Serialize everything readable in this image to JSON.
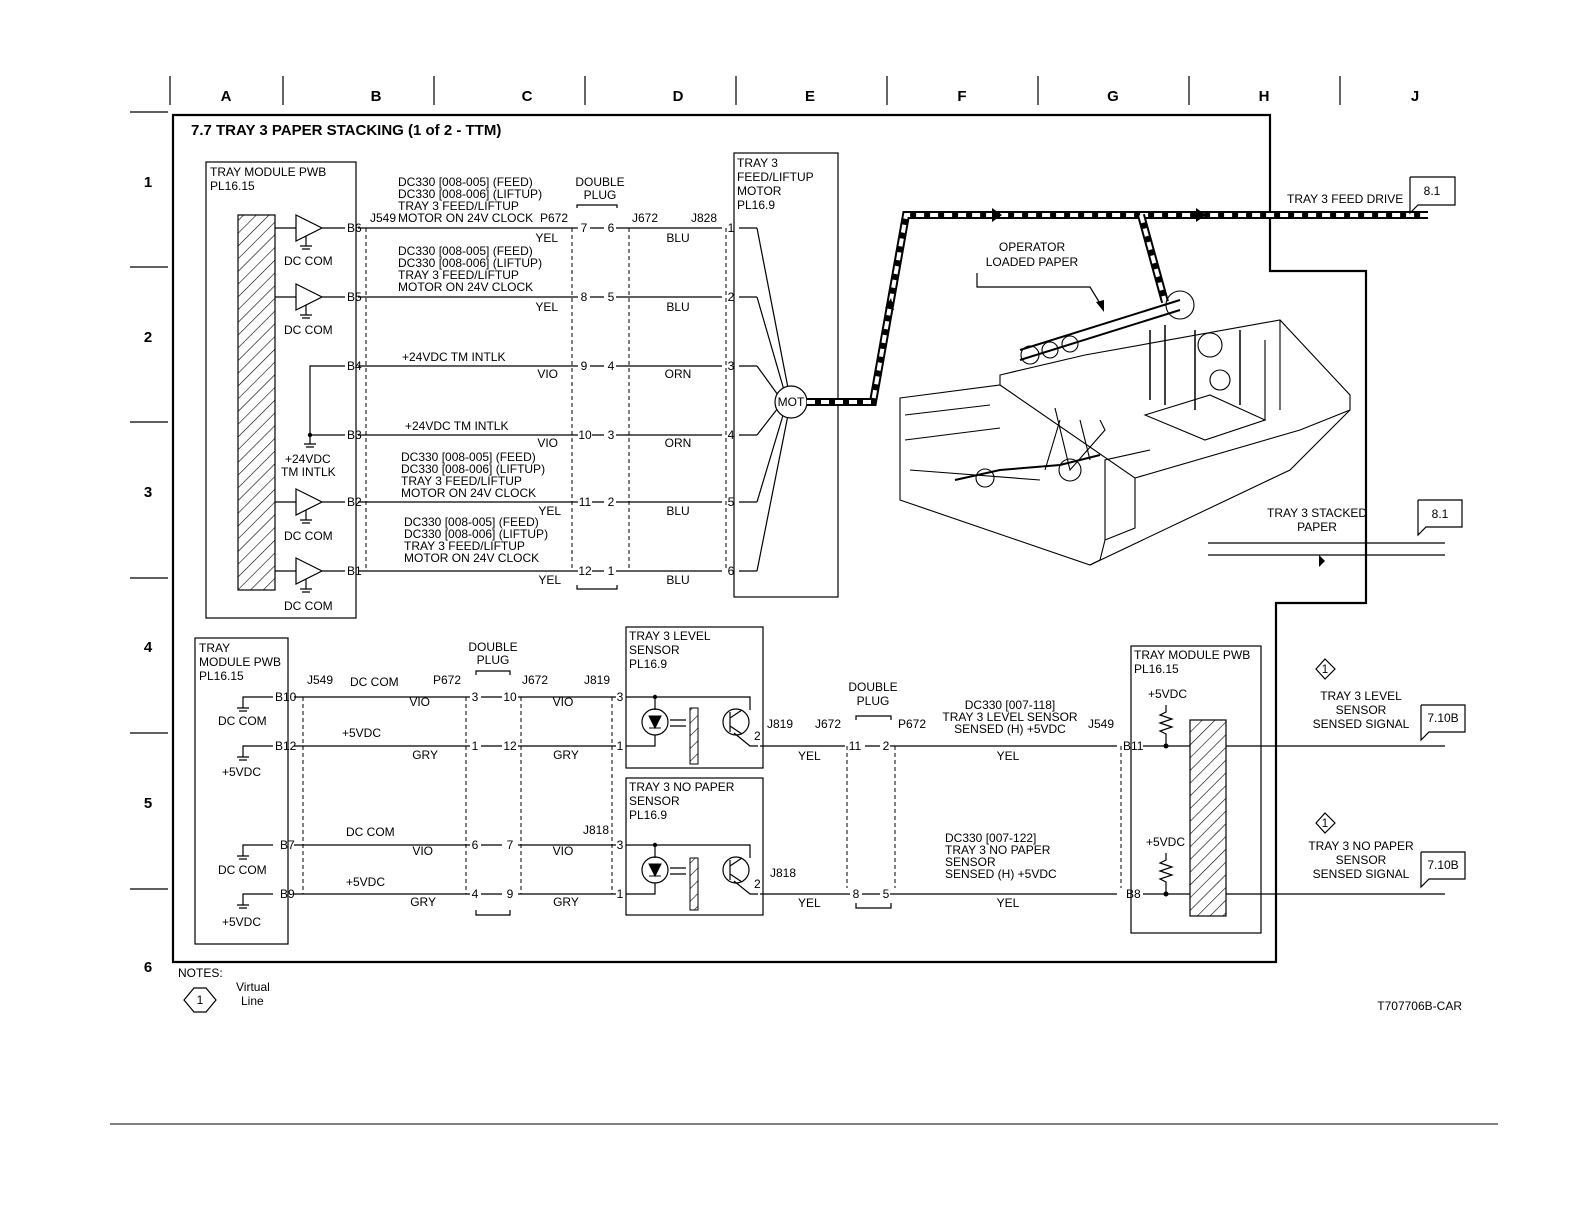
{
  "columns": [
    "A",
    "B",
    "C",
    "D",
    "E",
    "F",
    "G",
    "H",
    "J"
  ],
  "rows": [
    "1",
    "2",
    "3",
    "4",
    "5",
    "6"
  ],
  "title": "7.7 TRAY 3 PAPER STACKING (1 of 2 - TTM)",
  "upper_pwb": {
    "name": "TRAY MODULE PWB",
    "pl": "PL16.15"
  },
  "lower_pwb": {
    "line1": "TRAY",
    "line2": "MODULE PWB",
    "pl": "PL16.15"
  },
  "right_pwb": {
    "name": "TRAY MODULE PWB",
    "pl": "PL16.15"
  },
  "motor": {
    "line1": "TRAY 3",
    "line2": "FEED/LIFTUP",
    "line3": "MOTOR",
    "pl": "PL16.9",
    "symbol": "MOT"
  },
  "double_plug": {
    "line1": "DOUBLE",
    "line2": "PLUG"
  },
  "connectors": {
    "j549": "J549",
    "p672": "P672",
    "j672": "J672",
    "j828": "J828",
    "j819": "J819",
    "j818": "J818",
    "j549b": "J549"
  },
  "dc_com": "DC COM",
  "plus5": "+5VDC",
  "intlk": {
    "line1": "+24VDC",
    "line2": "TM INTLK",
    "signal": "+24VDC TM INTLK"
  },
  "feed_sig": {
    "l1": "DC330 [008-005]  (FEED)",
    "l2": "DC330 [008-006]  (LIFTUP)",
    "l3": "TRAY 3 FEED/LIFTUP",
    "l4": "MOTOR ON 24V CLOCK"
  },
  "upper_wires": [
    {
      "pin": "B6",
      "p1": "7",
      "p2": "6",
      "m": "1",
      "c1": "YEL",
      "c2": "BLU"
    },
    {
      "pin": "B5",
      "p1": "8",
      "p2": "5",
      "m": "2",
      "c1": "YEL",
      "c2": "BLU"
    },
    {
      "pin": "B4",
      "p1": "9",
      "p2": "4",
      "m": "3",
      "c1": "VIO",
      "c2": "ORN"
    },
    {
      "pin": "B3",
      "p1": "10",
      "p2": "3",
      "m": "4",
      "c1": "VIO",
      "c2": "ORN"
    },
    {
      "pin": "B2",
      "p1": "11",
      "p2": "2",
      "m": "5",
      "c1": "YEL",
      "c2": "BLU"
    },
    {
      "pin": "B1",
      "p1": "12",
      "p2": "1",
      "m": "6",
      "c1": "YEL",
      "c2": "BLU"
    }
  ],
  "lower_wires": [
    {
      "pin": "B10",
      "p1": "3",
      "p2": "10",
      "s": "3",
      "c1": "VIO",
      "c2": "VIO"
    },
    {
      "pin": "B12",
      "p1": "1",
      "p2": "12",
      "s": "1",
      "c1": "GRY",
      "c2": "GRY"
    },
    {
      "pin": "B7",
      "p1": "6",
      "p2": "7",
      "s": "3",
      "c1": "VIO",
      "c2": "VIO"
    },
    {
      "pin": "B9",
      "p1": "4",
      "p2": "9",
      "s": "1",
      "c1": "GRY",
      "c2": "GRY"
    }
  ],
  "level_sensor": {
    "l1": "TRAY 3 LEVEL",
    "l2": "SENSOR",
    "pl": "PL16.9",
    "out": "2"
  },
  "nopaper_sensor": {
    "l1": "TRAY 3 NO PAPER",
    "l2": "SENSOR",
    "pl": "PL16.9",
    "out": "2"
  },
  "yel": "YEL",
  "level_signal": {
    "l1": "DC330 [007-118]",
    "l2": "TRAY 3 LEVEL SENSOR",
    "l3": "SENSED (H) +5VDC",
    "plug": "11",
    "plug2": "2",
    "pin": "B11"
  },
  "nopaper_signal": {
    "l1": "DC330 [007-122]",
    "l2": "TRAY 3 NO PAPER",
    "l3": "SENSOR",
    "l4": "SENSED (H) +5VDC",
    "plug": "8",
    "plug2": "5",
    "pin": "B8"
  },
  "operator": {
    "l1": "OPERATOR",
    "l2": "LOADED PAPER"
  },
  "feed_drive": {
    "label": "TRAY 3 FEED DRIVE",
    "ref": "8.1"
  },
  "stacked": {
    "l1": "TRAY 3 STACKED",
    "l2": "PAPER",
    "ref": "8.1"
  },
  "level_out": {
    "virt": "1",
    "l1": "TRAY 3 LEVEL",
    "l2": "SENSOR",
    "l3": "SENSED SIGNAL",
    "ref": "7.10B"
  },
  "nopaper_out": {
    "virt": "1",
    "l1": "TRAY 3 NO PAPER",
    "l2": "SENSOR",
    "l3": "SENSED SIGNAL",
    "ref": "7.10B"
  },
  "notes": {
    "title": "NOTES:",
    "num": "1",
    "l1": "Virtual",
    "l2": "Line"
  },
  "code": "T707706B-CAR"
}
